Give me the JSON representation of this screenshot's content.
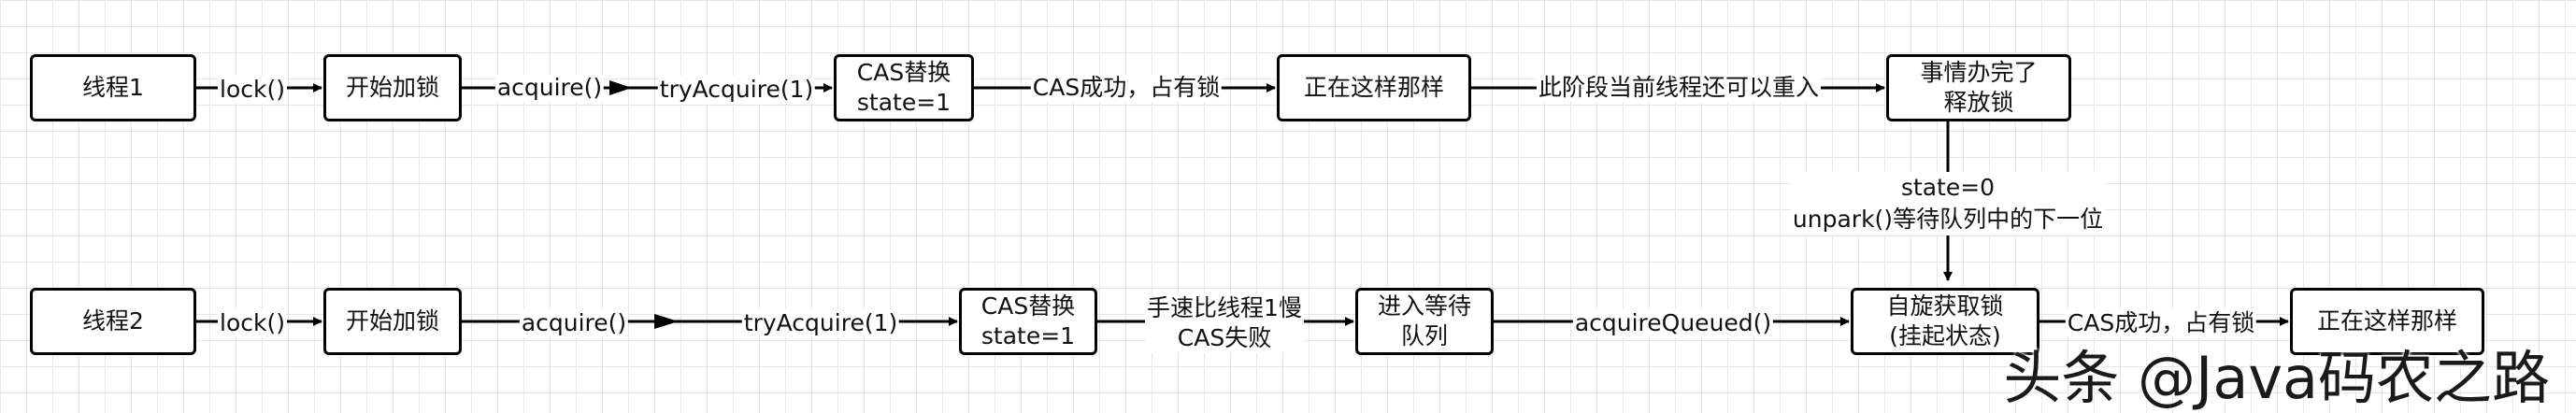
{
  "row1": {
    "thread": "线程1",
    "start_lock": "开始加锁",
    "cas_replace_line1": "CAS替换",
    "cas_replace_line2": "state=1",
    "doing": "正在这样那样",
    "done_line1": "事情办完了",
    "done_line2": "释放锁",
    "edge_lock": "lock()",
    "edge_acquire": "acquire()",
    "edge_tryacquire": "tryAcquire(1)",
    "edge_cas_success": "CAS成功，占有锁",
    "edge_reentrant": "此阶段当前线程还可以重入"
  },
  "vertical": {
    "label_line1": "state=0",
    "label_line2": "unpark()等待队列中的下一位"
  },
  "row2": {
    "thread": "线程2",
    "start_lock": "开始加锁",
    "cas_replace_line1": "CAS替换",
    "cas_replace_line2": "state=1",
    "enqueue_line1": "进入等待",
    "enqueue_line2": "队列",
    "spin_line1": "自旋获取锁",
    "spin_line2": "(挂起状态)",
    "doing": "正在这样那样",
    "edge_lock": "lock()",
    "edge_acquire": "acquire()",
    "edge_tryacquire": "tryAcquire(1)",
    "edge_slower_line1": "手速比线程1慢",
    "edge_slower_line2": "CAS失败",
    "edge_acquire_queued": "acquireQueued()",
    "edge_cas_success": "CAS成功，占有锁"
  },
  "watermark": "头条 @Java码农之路"
}
